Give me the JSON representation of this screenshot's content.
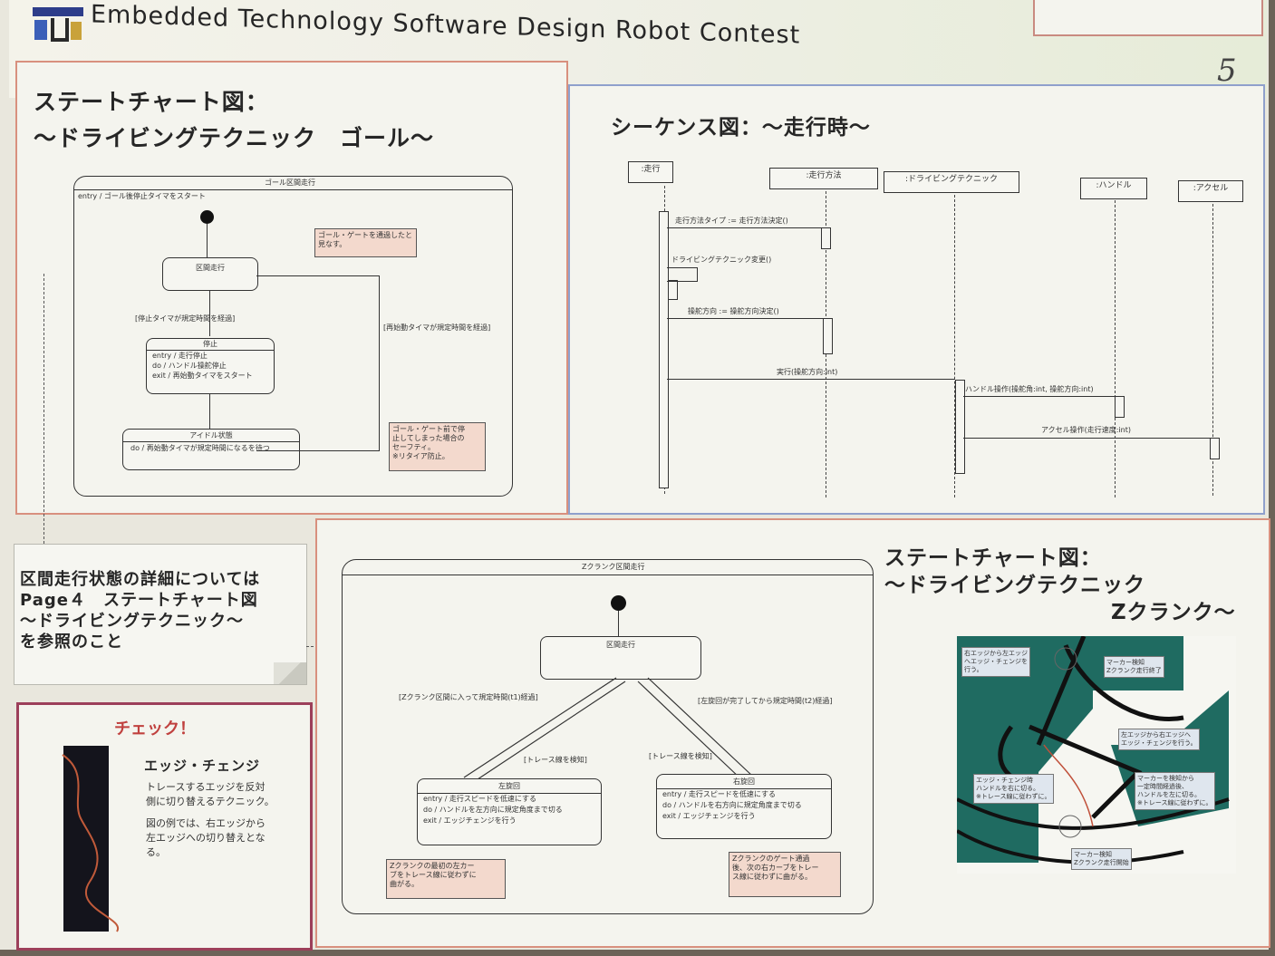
{
  "header": {
    "title": "Embedded Technology Software Design Robot Contest",
    "page_number": "5"
  },
  "goal_panel": {
    "title_line1": "ステートチャート図：",
    "title_line2": "～ドライビングテクニック　ゴール～",
    "superstate": "ゴール区間走行",
    "entry": "entry / ゴール後停止タイマをスタート",
    "state_section": "区間走行",
    "note_gate": "ゴール・ゲートを通過したと見なす。",
    "transition_stop": "[停止タイマが規定時間を経過]",
    "transition_restart": "[再始動タイマが規定時間を経過]",
    "state_stop": {
      "name": "停止",
      "actions": [
        "entry / 走行停止",
        "do / ハンドル操舵停止",
        "exit / 再始動タイマをスタート"
      ]
    },
    "state_idle": {
      "name": "アイドル状態",
      "actions": [
        "do / 再始動タイマが規定時間になるを待つ"
      ]
    },
    "note_safety": [
      "ゴール・ゲート前で停",
      "止してしまった場合の",
      "セーフティ。",
      "※リタイア防止。"
    ]
  },
  "sequence_panel": {
    "title": "シーケンス図：～走行時～",
    "lifelines": [
      ":走行",
      ":走行方法",
      ":ドライビングテクニック",
      ":ハンドル",
      ":アクセル"
    ],
    "messages": [
      "走行方法タイプ := 走行方法決定()",
      "ドライビングテクニック変更()",
      "操舵方向 := 操舵方向決定()",
      "実行(操舵方向:int)",
      "ハンドル操作(操舵角:int, 操舵方向:int)",
      "アクセル操作(走行速度:int)"
    ]
  },
  "reference_note": {
    "lines": [
      "区間走行状態の詳細については",
      "Page４　ステートチャート図",
      "～ドライビングテクニック～",
      "を参照のこと"
    ]
  },
  "check_panel": {
    "heading": "チェック！",
    "subheading": "エッジ・チェンジ",
    "body": [
      "トレースするエッジを反対",
      "側に切り替えるテクニック。",
      "",
      "図の例では、右エッジから",
      "左エッジへの切り替えとな",
      "る。"
    ]
  },
  "zcrank_panel": {
    "title_line1": "ステートチャート図：",
    "title_line2": "～ドライビングテクニック",
    "title_line3": "Zクランク～",
    "superstate": "Zクランク区間走行",
    "state_section": "区間走行",
    "transition_left": "[Zクランク区間に入って規定時間(t1)経過]",
    "transition_right": "[左旋回が完了してから規定時間(t2)経過]",
    "guard_left": "[トレース線を検知]",
    "guard_right": "[トレース線を検知]",
    "state_left": {
      "name": "左旋回",
      "actions": [
        "entry / 走行スピードを低速にする",
        "do / ハンドルを左方向に規定角度まで切る",
        "exit / エッジチェンジを行う"
      ]
    },
    "state_right": {
      "name": "右旋回",
      "actions": [
        "entry / 走行スピードを低速にする",
        "do / ハンドルを右方向に規定角度まで切る",
        "exit / エッジチェンジを行う"
      ]
    },
    "note_left": [
      "Zクランクの最初の左カー",
      "ブをトレース線に従わずに",
      "曲がる。"
    ],
    "note_right": [
      "Zクランクのゲート通過",
      "後、次の右カーブをトレー",
      "ス線に従わずに曲がる。"
    ],
    "map_notes": [
      [
        "右エッジから左エッジ",
        "へエッジ・チェンジを",
        "行う。"
      ],
      [
        "マーカー検知",
        "Zクランク走行終了"
      ],
      [
        "左エッジから右エッジへ",
        "エッジ・チェンジを行う。"
      ],
      [
        "エッジ・チェンジ時",
        "ハンドルを右に切る。",
        "※トレース線に従わずに。"
      ],
      [
        "マーカーを検知から",
        "一定時間経過後、",
        "ハンドルを左に切る。",
        "※トレース線に従わずに。"
      ],
      [
        "マーカー検知",
        "Zクランク走行開始"
      ]
    ]
  }
}
